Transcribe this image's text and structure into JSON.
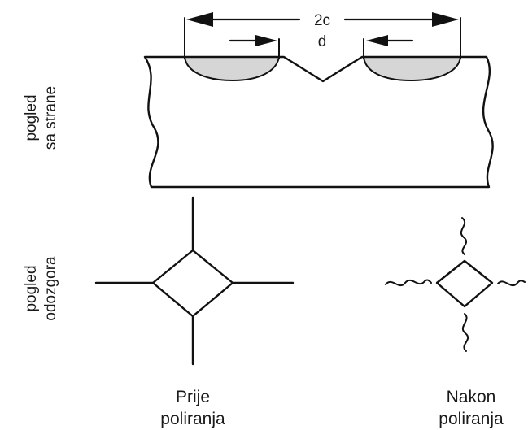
{
  "side_view": {
    "label_line1": "pogled",
    "label_line2": "sa strane",
    "dim_top": "2c",
    "dim_inner": "d"
  },
  "top_view": {
    "label_line1": "pogled",
    "label_line2": "odozgora"
  },
  "captions": {
    "before_line1": "Prije",
    "before_line2": "poliranja",
    "after_line1": "Nakon",
    "after_line2": "poliranja"
  },
  "colors": {
    "ink": "#111111",
    "shade": "#d6d6d6"
  }
}
